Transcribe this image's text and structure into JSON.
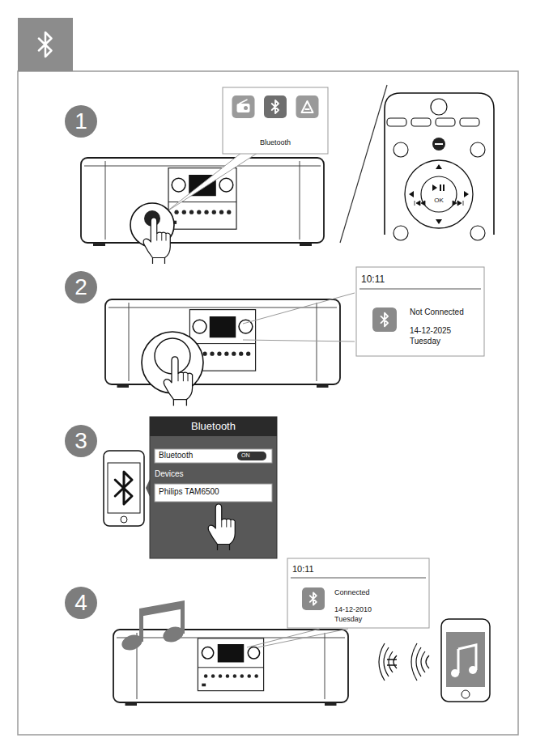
{
  "diagram": {
    "nodes": [
      {
        "text": [
          "1"
        ]
      },
      {
        "text": [
          "Bluetooth"
        ]
      },
      {
        "text": [
          "2"
        ]
      },
      {
        "text": [
          "10:11",
          "Not Connected",
          "14-12-2025",
          "Tuesday"
        ]
      },
      {
        "text": [
          "3"
        ]
      },
      {
        "text": [
          "Bluetooth"
        ]
      },
      {
        "text": [
          "Bluetooth"
        ],
        "in": 5
      },
      {
        "text": [
          "ON"
        ],
        "in": 6
      },
      {
        "text": [
          "Philips TAM6500"
        ],
        "in": 5
      },
      {
        "text": [
          "4"
        ]
      },
      {
        "text": [
          "10:11",
          "Connected",
          "14-12-2010",
          "Tuesday"
        ]
      }
    ],
    "labels": [
      "OK",
      "Devices"
    ]
  }
}
